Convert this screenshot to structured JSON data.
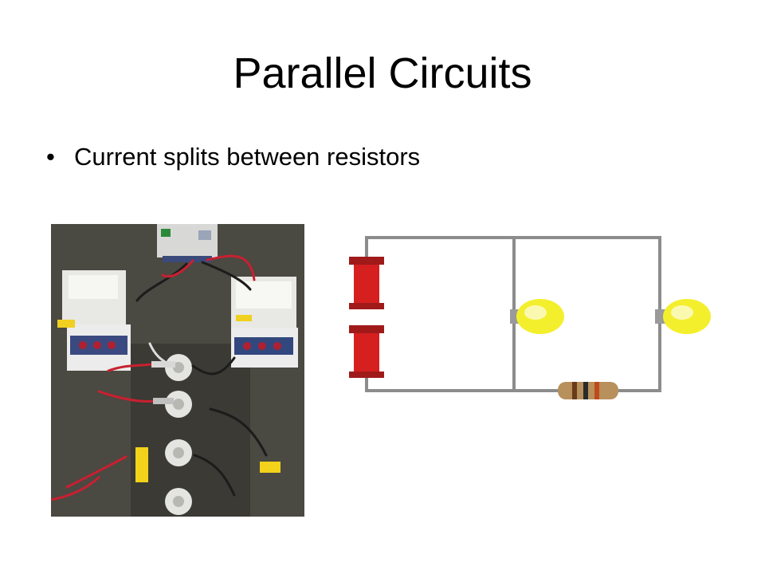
{
  "slide": {
    "title": "Parallel Circuits",
    "bullets": [
      {
        "marker": "•",
        "text": "Current splits between resistors"
      }
    ]
  },
  "images": {
    "photo": {
      "meters": [
        "meter-left",
        "meter-right"
      ],
      "power_supply": "power-supply"
    },
    "diagram": {
      "components": [
        "battery-cell",
        "battery-cell",
        "light-bulb",
        "light-bulb",
        "resistor"
      ]
    }
  },
  "colors": {
    "board": "#4a4942",
    "wire_diagram": "#8c8c8c",
    "battery": "#d62020",
    "bulb": "#f3ef2c",
    "resistor": "#b8905c"
  }
}
